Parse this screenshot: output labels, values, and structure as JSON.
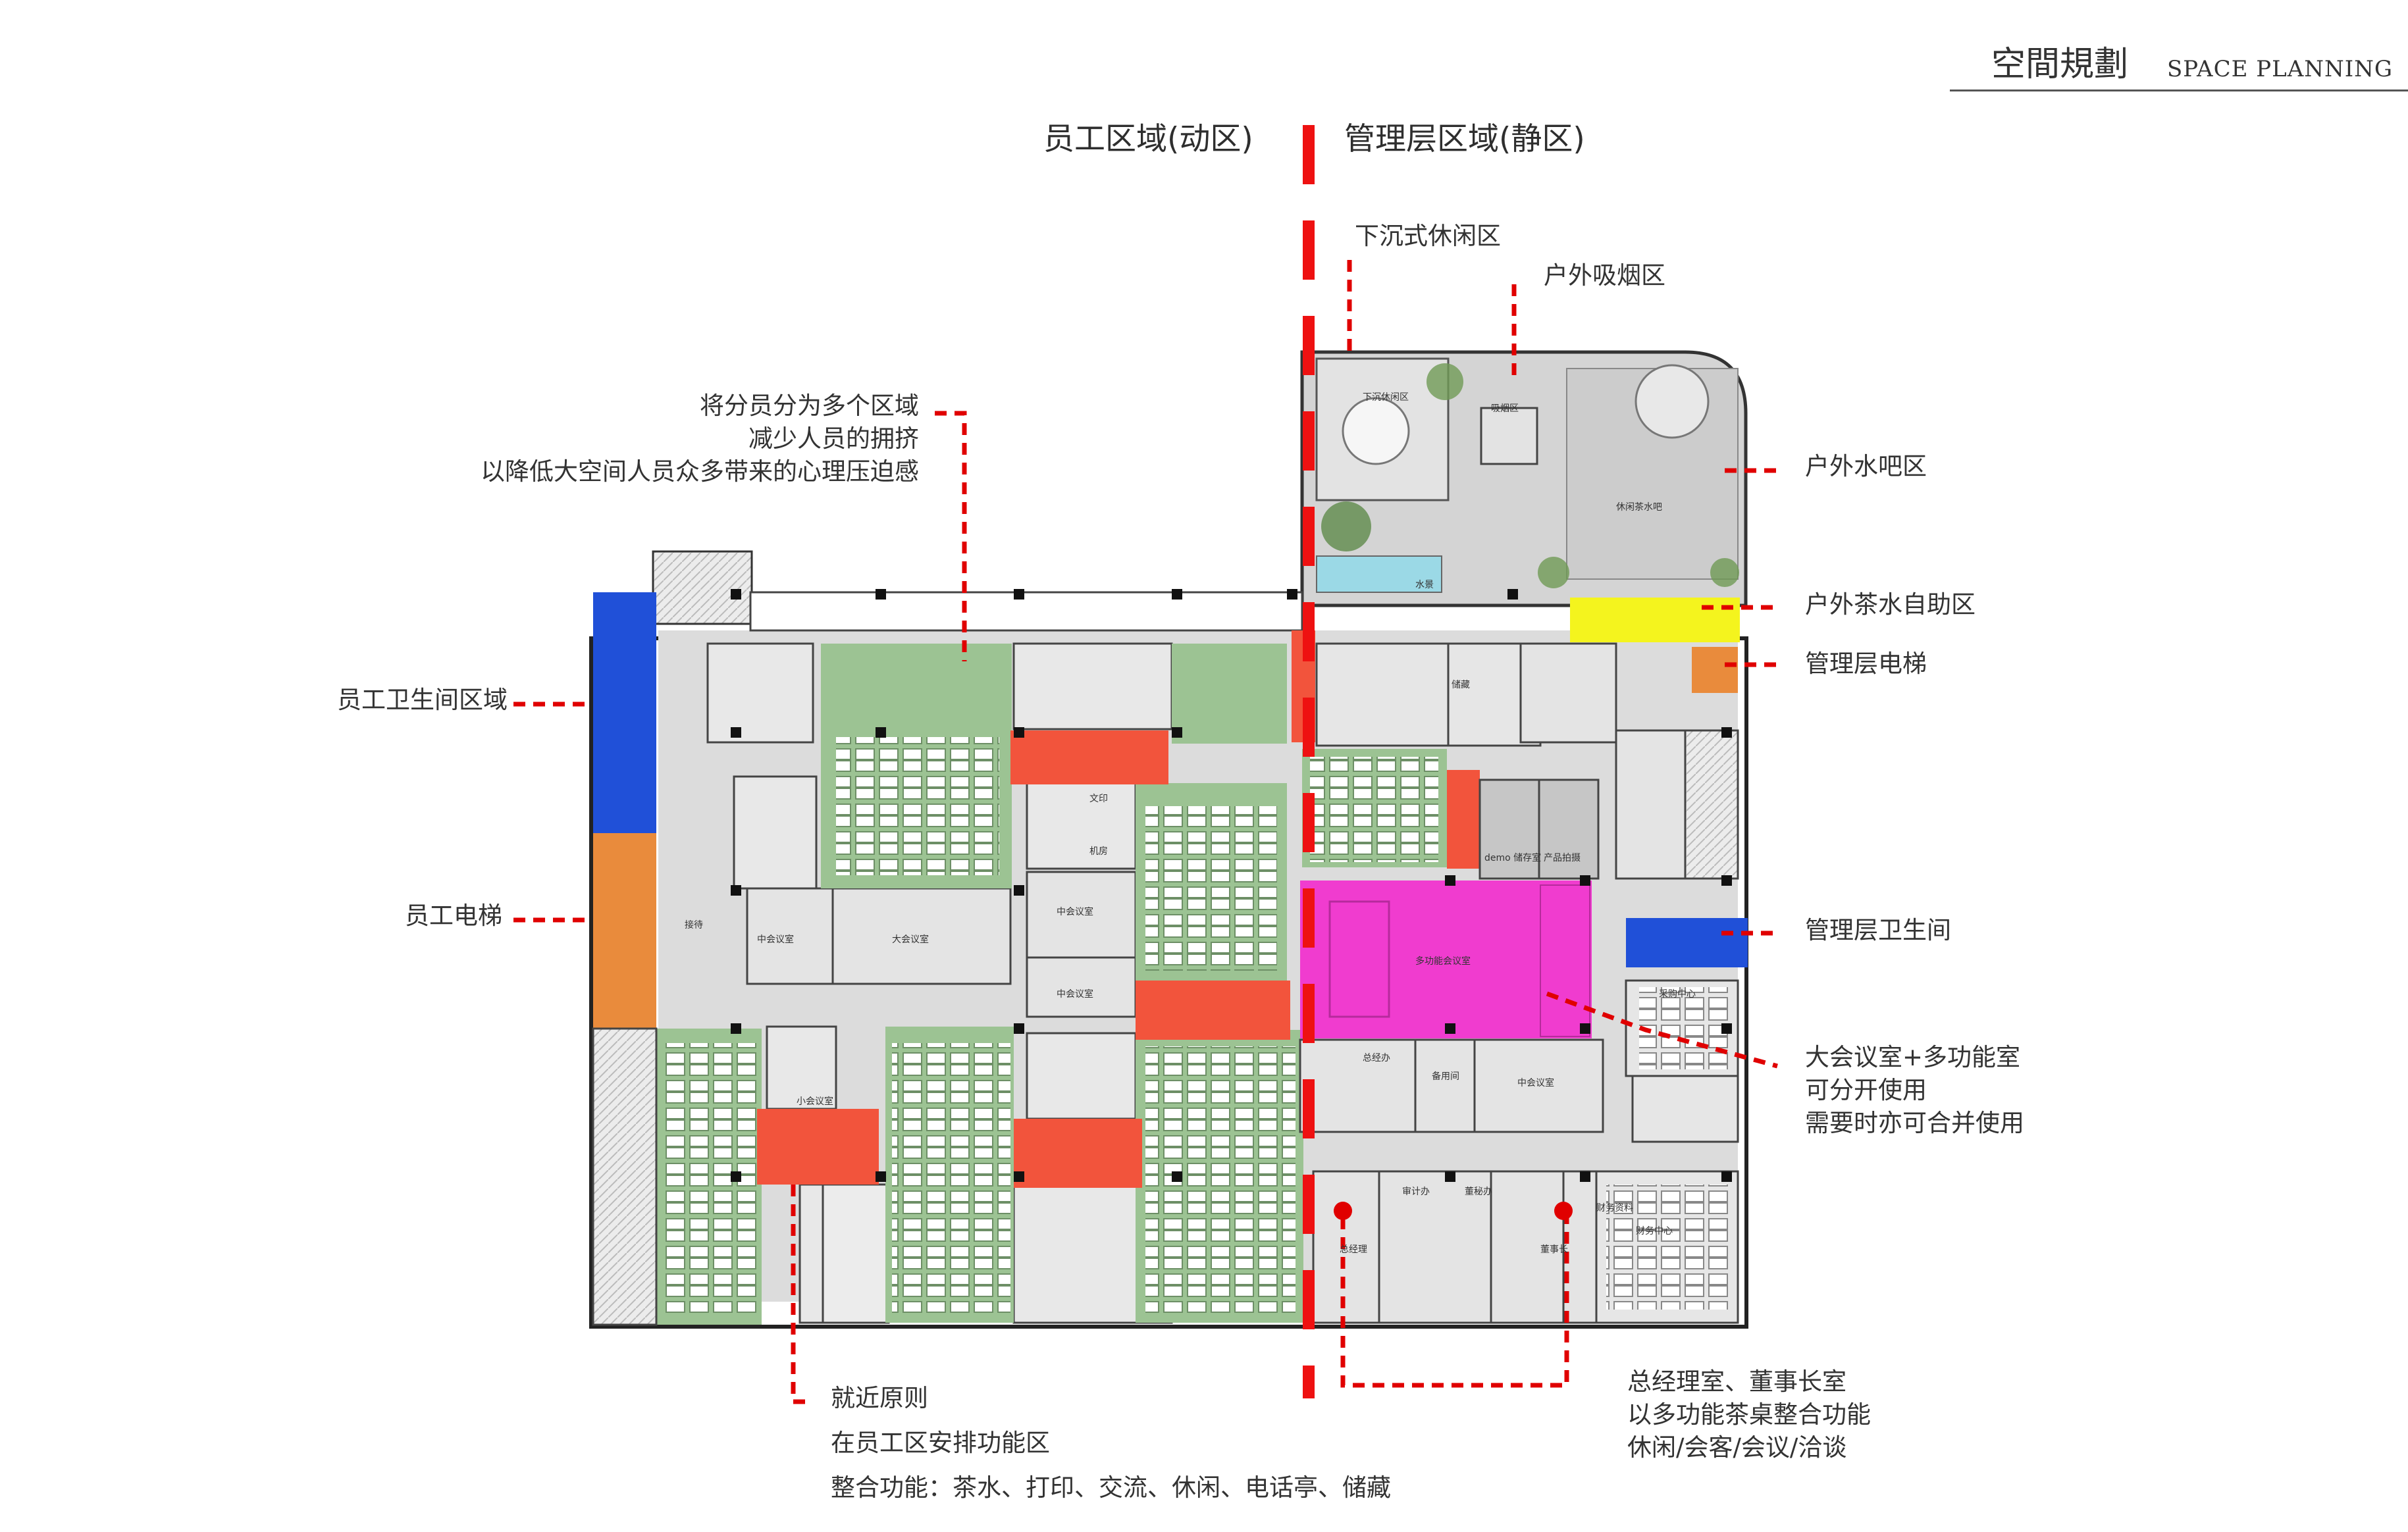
{
  "header": {
    "title_cn": "空間規劃",
    "title_en": "SPACE PLANNING"
  },
  "zones": {
    "staff_zone": "员工区域(动区)",
    "management_zone": "管理层区域(静区)"
  },
  "annotations": {
    "sunken_lounge": "下沉式休闲区",
    "outdoor_smoking": "户外吸烟区",
    "outdoor_water_bar": "户外水吧区",
    "outdoor_tea_self_service": "户外茶水自助区",
    "management_elevator": "管理层电梯",
    "management_restroom": "管理层卫生间",
    "staff_restroom_area": "员工卫生间区域",
    "staff_elevator": "员工电梯",
    "divide_staff": [
      "将分员分为多个区域",
      "减少人员的拥挤",
      "以降低大空间人员众多带来的心理压迫感"
    ],
    "meeting_room": [
      "大会议室+多功能室",
      "可分开使用",
      "需要时亦可合并使用"
    ],
    "proximity": [
      "就近原则",
      "在员工区安排功能区",
      "整合功能：茶水、打印、交流、休闲、电话亭、储藏"
    ],
    "gm_office": [
      "总经理室、董事长室",
      "以多功能茶桌整合功能",
      "休闲/会客/会议/洽谈"
    ]
  },
  "plan_labels": {
    "sunken_room": "下沉休闲区",
    "smoking_room": "吸烟区",
    "water_bar_room": "休闲茶水吧",
    "water_feature": "水景",
    "reception": "接待",
    "medium_meeting_1": "中会议室",
    "large_meeting": "大会议室",
    "medium_meeting_2": "中会议室",
    "medium_meeting_3": "中会议室",
    "small_meeting": "小会议室",
    "print_room": "文印",
    "server_room": "机房",
    "demo_room": "demo 储存室",
    "product_room": "产品拍摄",
    "multi_function": "多功能会议室",
    "storage": "储藏",
    "general_office": "总经办",
    "spare_room": "备用间",
    "meeting_small_mgmt": "中会议室",
    "procurement": "采购中心",
    "finance": "财务中心",
    "finance_files": "财务资料",
    "audit": "审计办",
    "operations": "董秘办",
    "gm": "总经理",
    "chairman": "董事长"
  },
  "colors": {
    "staff_green": "#9cc393",
    "function_red": "#f2543c",
    "restroom_blue": "#2050d8",
    "elevator_orange": "#e98b3c",
    "meeting_magenta": "#f03ccf",
    "tea_yellow": "#f4f41e",
    "divider_red": "#ee1111",
    "corridor_gray": "#d9d9d9",
    "outdoor_gray": "#cfcfcf"
  }
}
